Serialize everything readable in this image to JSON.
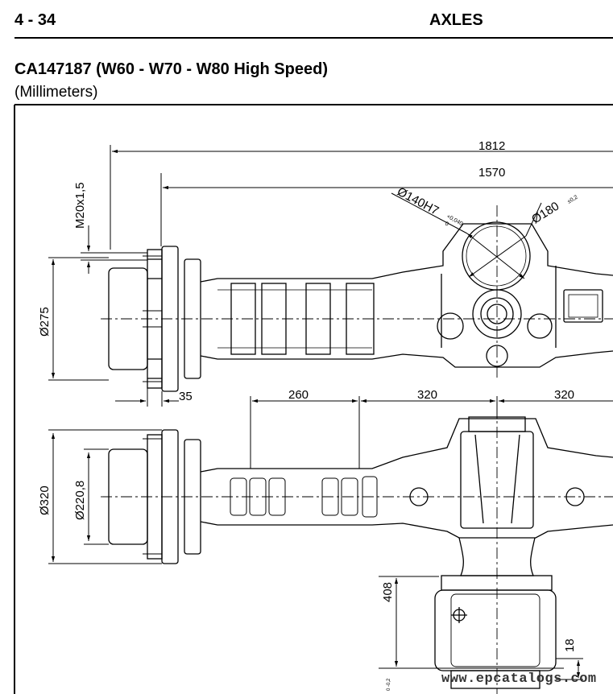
{
  "header": {
    "page_number": "4 - 34",
    "section": "AXLES"
  },
  "part": {
    "title": "CA147187 (W60 - W70 - W80 High Speed)",
    "units": "(Millimeters)"
  },
  "drawing": {
    "top_view": {
      "dim_overall": "1812",
      "dim_flange_span": "1570",
      "dim_bore": "Ø140H7",
      "dim_bore_tol_upper": "+0,040",
      "dim_bore_tol_lower": "0",
      "dim_outer": "Ø180",
      "dim_outer_tol": "±0,2",
      "dim_thread": "M20x1,5",
      "dim_flange_dia": "Ø275",
      "dim_flange_thk": "35",
      "dim_seg1": "260",
      "dim_seg2": "320",
      "dim_seg3": "320"
    },
    "front_view": {
      "dim_outer_dia": "Ø320",
      "dim_pilot_dia": "Ø220,8",
      "dim_height": "408",
      "dim_offset": "18",
      "dim_tol_small": "0 -0,2"
    }
  },
  "watermark": "www.epcatalogs.com"
}
